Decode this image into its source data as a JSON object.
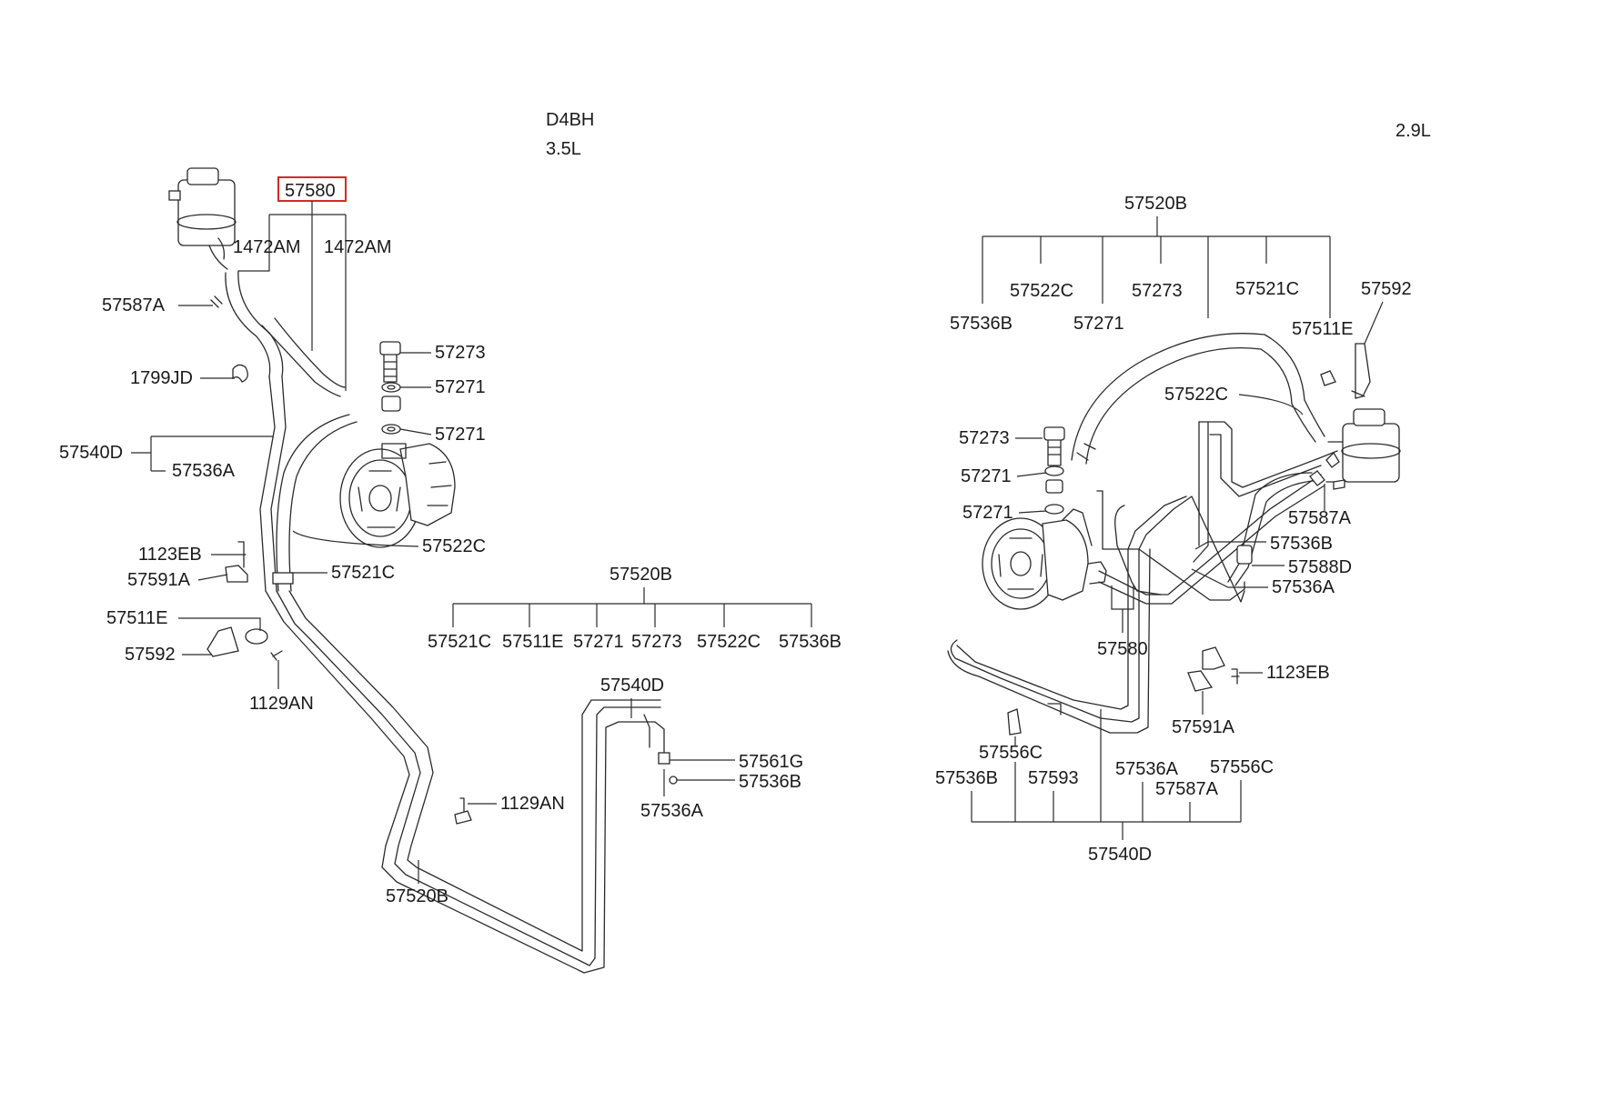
{
  "engine_labels": {
    "left_code": "D4BH",
    "left_displacement": "3.5L",
    "right_displacement": "2.9L"
  },
  "highlight_color": "#d42a2a",
  "left": {
    "selected": "57580",
    "l_1472am_a": "1472AM",
    "l_1472am_b": "1472AM",
    "l_57587a": "57587A",
    "l_1799jd": "1799JD",
    "l_57273": "57273",
    "l_57271_a": "57271",
    "l_57271_b": "57271",
    "l_57540d": "57540D",
    "l_57536a": "57536A",
    "l_57522c": "57522C",
    "l_57521c": "57521C",
    "l_1123eb": "1123EB",
    "l_57591a": "57591A",
    "l_57511e": "57511E",
    "l_57592": "57592",
    "l_1129an": "1129AN",
    "group_57520b": {
      "title": "57520B",
      "items": [
        "57521C",
        "57511E",
        "57271",
        "57273",
        "57522C",
        "57536B"
      ]
    },
    "l_57540d_b": "57540D",
    "l_57561g": "57561G",
    "l_57536b": "57536B",
    "l_57536a_b": "57536A",
    "l_1129an_b": "1129AN",
    "l_57520b": "57520B"
  },
  "right": {
    "group_57520b": {
      "title": "57520B",
      "items": [
        "57536B",
        "57522C",
        "57271",
        "57273",
        "57521C",
        "57511E"
      ]
    },
    "l_57592": "57592",
    "l_57522c": "57522C",
    "l_57273": "57273",
    "l_57271_a": "57271",
    "l_57271_b": "57271",
    "l_57587a": "57587A",
    "l_57536b": "57536B",
    "l_57588d": "57588D",
    "l_57536a": "57536A",
    "l_57580": "57580",
    "l_1123eb": "1123EB",
    "l_57591a": "57591A",
    "group_57540d": {
      "title": "57540D",
      "items": [
        "57536B",
        "57556C",
        "57593",
        "57536A",
        "57587A",
        "57556C"
      ]
    }
  }
}
